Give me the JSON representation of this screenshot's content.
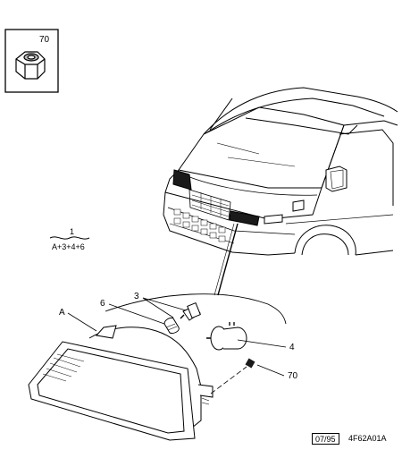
{
  "inset": {
    "part_number": "70"
  },
  "labels": {
    "callout_1": "1",
    "callout_1_variants": "A+3+4+6",
    "callout_3": "3",
    "callout_6": "6",
    "callout_A": "A",
    "callout_4": "4",
    "callout_70": "70"
  },
  "footer": {
    "date_code": "07/95",
    "figure_code": "4F62A01A"
  },
  "colors": {
    "ink": "#000000",
    "paper": "#ffffff",
    "fill_dark": "#1a1a1a",
    "fill_grey": "#9a9a9a"
  }
}
